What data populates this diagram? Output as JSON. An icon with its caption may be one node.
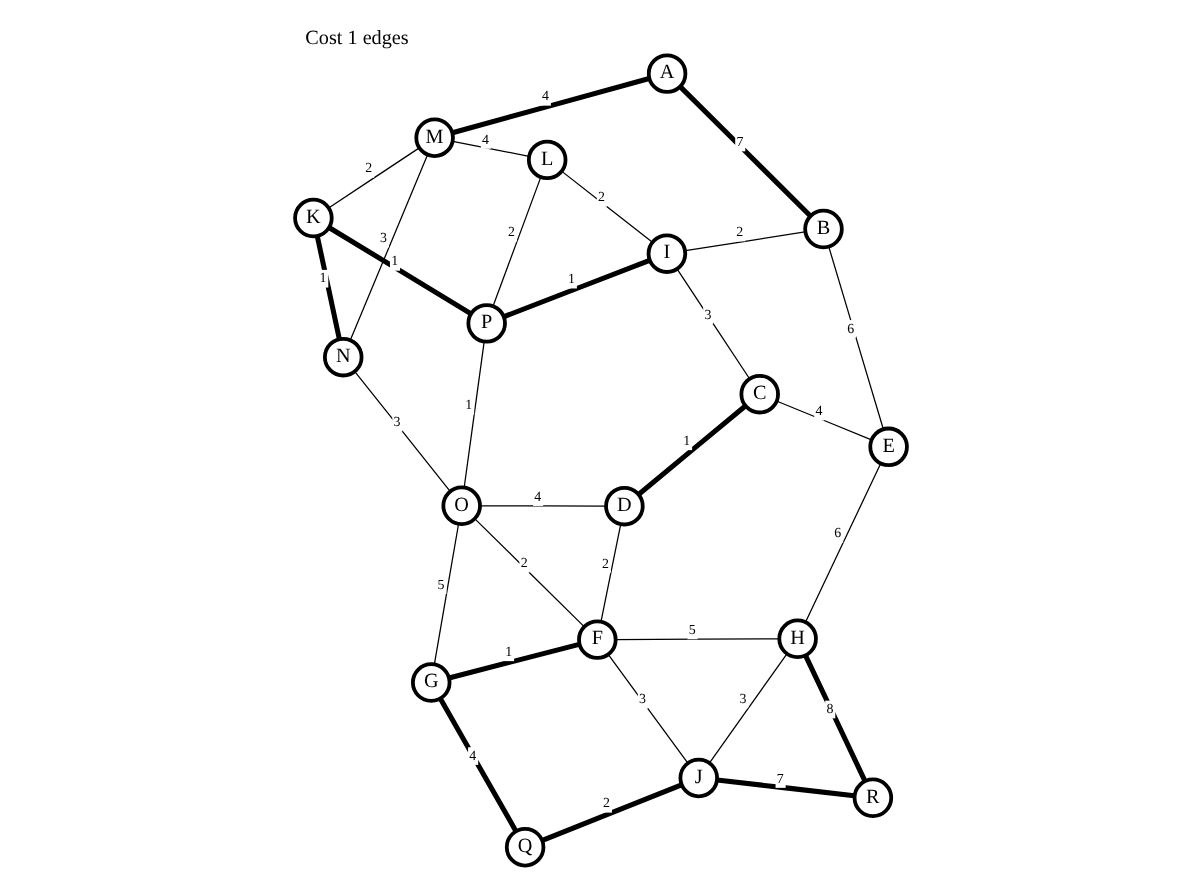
{
  "diagram": {
    "title": "Cost 1 edges",
    "nodes": [
      {
        "text": [
          "O"
        ]
      },
      {
        "text": [
          "G"
        ]
      },
      {
        "text": [
          "Q"
        ]
      },
      {
        "text": [
          "N"
        ]
      },
      {
        "text": [
          "M"
        ]
      },
      {
        "text": [
          "K"
        ]
      },
      {
        "text": [
          "A"
        ]
      },
      {
        "text": [
          "L"
        ]
      },
      {
        "text": [
          "P"
        ]
      },
      {
        "text": [
          "F"
        ]
      },
      {
        "text": [
          "J"
        ]
      },
      {
        "text": [
          "D"
        ]
      },
      {
        "text": [
          "I"
        ]
      },
      {
        "text": [
          "C"
        ]
      },
      {
        "text": [
          "B"
        ]
      },
      {
        "text": [
          "H"
        ]
      },
      {
        "text": [
          "R"
        ]
      },
      {
        "text": [
          "E"
        ]
      }
    ],
    "edges": [
      {
        "from": 3,
        "to": 0,
        "arrow": "none",
        "label": "3"
      },
      {
        "from": 0,
        "to": 1,
        "arrow": "none",
        "label": "5"
      },
      {
        "from": 1,
        "to": 2,
        "arrow": "none",
        "label": "4",
        "style": "thick"
      },
      {
        "from": 4,
        "to": 3,
        "arrow": "none",
        "label": "3"
      },
      {
        "from": 3,
        "to": 5,
        "arrow": "none",
        "label": "1",
        "style": "thick"
      },
      {
        "from": 4,
        "to": 5,
        "arrow": "none",
        "label": "2"
      },
      {
        "from": 0,
        "to": 8,
        "arrow": "none",
        "label": "1"
      },
      {
        "from": 0,
        "to": 11,
        "arrow": "none",
        "label": "4"
      },
      {
        "from": 0,
        "to": 9,
        "arrow": "none",
        "label": "2"
      },
      {
        "from": 1,
        "to": 9,
        "arrow": "none",
        "label": "1",
        "style": "thick"
      },
      {
        "from": 2,
        "to": 10,
        "arrow": "none",
        "label": "2",
        "style": "thick"
      },
      {
        "from": 6,
        "to": 4,
        "arrow": "none",
        "label": "4",
        "style": "thick"
      },
      {
        "from": 4,
        "to": 7,
        "arrow": "none",
        "label": "4"
      },
      {
        "from": 7,
        "to": 8,
        "arrow": "none",
        "label": "2"
      },
      {
        "from": 5,
        "to": 8,
        "arrow": "none",
        "label": "1",
        "style": "thick"
      },
      {
        "from": 11,
        "to": 9,
        "arrow": "none",
        "label": "2"
      },
      {
        "from": 9,
        "to": 10,
        "arrow": "none",
        "label": "3"
      },
      {
        "from": 6,
        "to": 14,
        "arrow": "none",
        "label": "7",
        "style": "thick"
      },
      {
        "from": 7,
        "to": 12,
        "arrow": "none",
        "label": "2"
      },
      {
        "from": 12,
        "to": 8,
        "arrow": "none",
        "label": "1",
        "style": "thick"
      },
      {
        "from": 11,
        "to": 13,
        "arrow": "none",
        "label": "1",
        "style": "thick"
      },
      {
        "from": 12,
        "to": 13,
        "arrow": "none",
        "label": "3"
      },
      {
        "from": 9,
        "to": 15,
        "arrow": "none",
        "label": "5"
      },
      {
        "from": 10,
        "to": 15,
        "arrow": "none",
        "label": "3"
      },
      {
        "from": 10,
        "to": 16,
        "arrow": "none",
        "label": "7",
        "style": "thick"
      },
      {
        "from": 14,
        "to": 12,
        "arrow": "none",
        "label": "2"
      },
      {
        "from": 13,
        "to": 17,
        "arrow": "none",
        "label": "4"
      },
      {
        "from": 14,
        "to": 17,
        "arrow": "none",
        "label": "6"
      },
      {
        "from": 17,
        "to": 15,
        "arrow": "none",
        "label": "6"
      },
      {
        "from": 15,
        "to": 16,
        "arrow": "none",
        "label": "8",
        "style": "thick"
      }
    ]
  }
}
